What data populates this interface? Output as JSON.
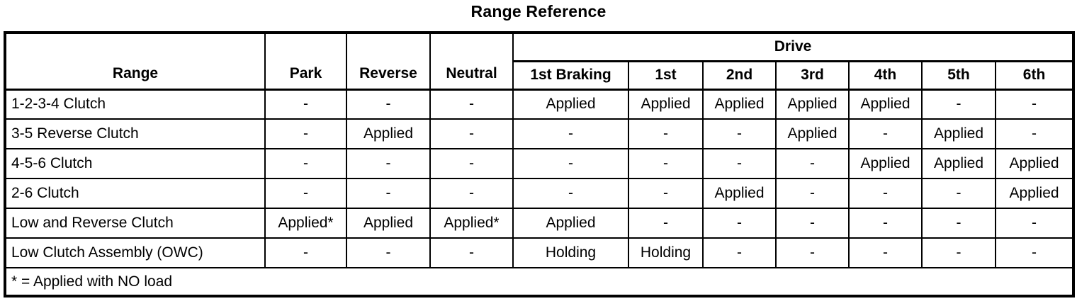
{
  "title": "Range Reference",
  "table": {
    "header": {
      "range_label": "Range",
      "simple_cols": [
        "Park",
        "Reverse",
        "Neutral"
      ],
      "drive_label": "Drive",
      "drive_cols": [
        "1st Braking",
        "1st",
        "2nd",
        "3rd",
        "4th",
        "5th",
        "6th"
      ]
    },
    "rows": [
      {
        "label": "1-2-3-4 Clutch",
        "cells": [
          "-",
          "-",
          "-",
          "Applied",
          "Applied",
          "Applied",
          "Applied",
          "Applied",
          "-",
          "-"
        ]
      },
      {
        "label": "3-5 Reverse Clutch",
        "cells": [
          "-",
          "Applied",
          "-",
          "-",
          "-",
          "-",
          "Applied",
          "-",
          "Applied",
          "-"
        ]
      },
      {
        "label": "4-5-6 Clutch",
        "cells": [
          "-",
          "-",
          "-",
          "-",
          "-",
          "-",
          "-",
          "Applied",
          "Applied",
          "Applied"
        ]
      },
      {
        "label": "2-6 Clutch",
        "cells": [
          "-",
          "-",
          "-",
          "-",
          "-",
          "Applied",
          "-",
          "-",
          "-",
          "Applied"
        ]
      },
      {
        "label": "Low and Reverse Clutch",
        "cells": [
          "Applied*",
          "Applied",
          "Applied*",
          "Applied",
          "-",
          "-",
          "-",
          "-",
          "-",
          "-"
        ]
      },
      {
        "label": "Low Clutch Assembly (OWC)",
        "cells": [
          "-",
          "-",
          "-",
          "Holding",
          "Holding",
          "-",
          "-",
          "-",
          "-",
          "-"
        ]
      }
    ],
    "footnote": "* = Applied with NO load"
  }
}
